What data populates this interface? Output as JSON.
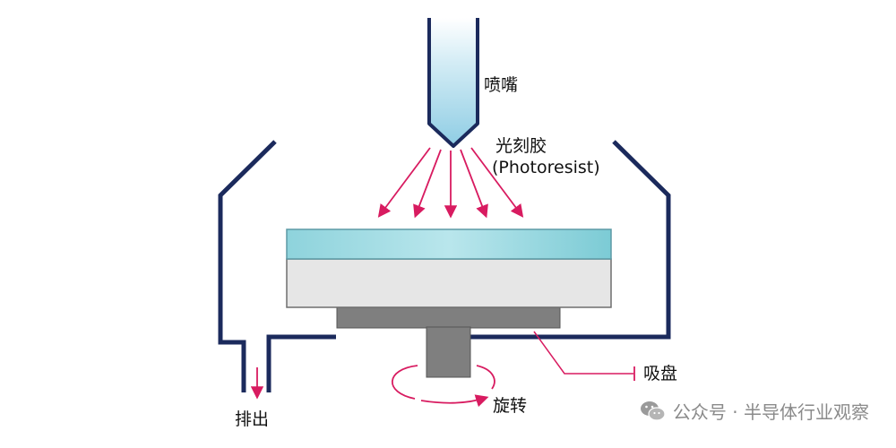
{
  "labels": {
    "nozzle": "喷嘴",
    "photoresist_cn": "光刻胶",
    "photoresist_en": "(Photoresist)",
    "chuck": "吸盘",
    "rotate": "旋转",
    "drain": "排出"
  },
  "watermark": "公众号 · 半导体行业观察",
  "colors": {
    "chamber": "#1b2a5c",
    "arrow": "#d81b60",
    "resist": "#7fd0d8",
    "wafer": "#e6e6e6",
    "chuck": "#7f7f7f",
    "nozzle_fill": "#a9d9ea"
  }
}
